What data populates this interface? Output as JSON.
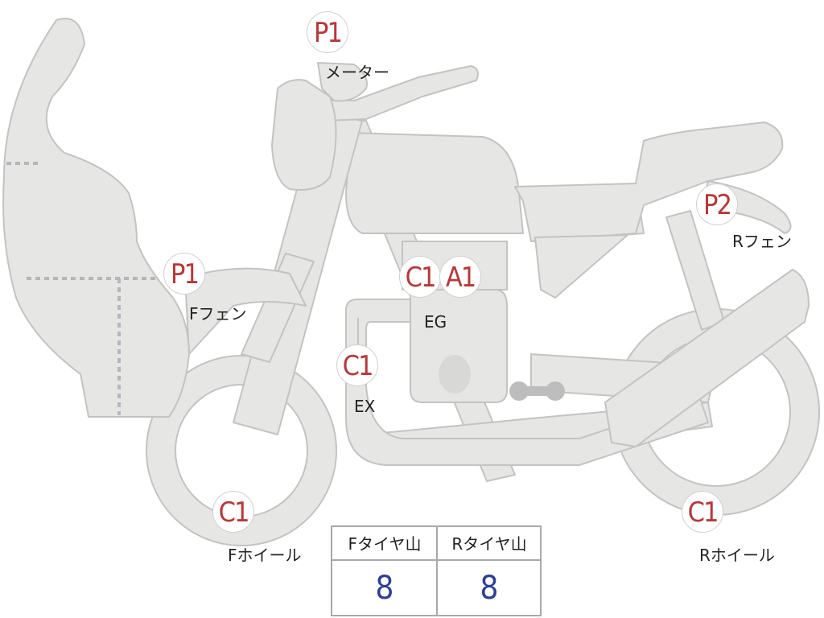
{
  "badges": {
    "meter_code": "P1",
    "f_fender_code": "P1",
    "r_fender_code": "P2",
    "eg_code_1": "C1",
    "eg_code_2": "A1",
    "ex_code": "C1",
    "f_wheel_code": "C1",
    "r_wheel_code": "C1"
  },
  "labels": {
    "meter": "メーター",
    "f_fender": "Fフェン",
    "r_fender": "Rフェン",
    "engine": "EG",
    "exhaust": "EX",
    "f_wheel": "Fホイール",
    "r_wheel": "Rホイール"
  },
  "tire_table": {
    "front_header": "Fタイヤ山",
    "rear_header": "Rタイヤ山",
    "front_value": "8",
    "rear_value": "8"
  },
  "colors": {
    "part_fill": "#e6e6e4",
    "part_stroke": "#c3c3c3",
    "dash": "#b4b6bb",
    "badge_text": "#b5393a",
    "value_text": "#2d3f93"
  }
}
